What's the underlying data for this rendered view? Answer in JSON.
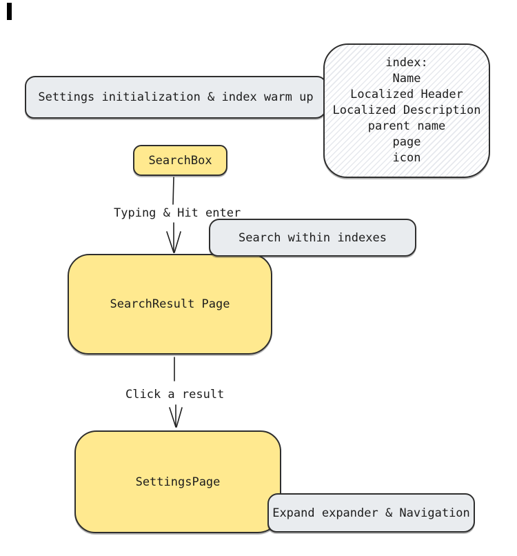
{
  "diagram": {
    "nodes": {
      "settings_init": {
        "label": "Settings initialization & index warm up"
      },
      "index_note": {
        "lines": [
          "index:",
          "Name",
          "Localized Header",
          "Localized Description",
          "parent name",
          "page",
          "icon"
        ]
      },
      "search_box": {
        "label": "SearchBox"
      },
      "search_within_indexes": {
        "label": "Search within indexes"
      },
      "search_result_page": {
        "label": "SearchResult Page"
      },
      "settings_page": {
        "label": "SettingsPage"
      },
      "expand_navigation": {
        "label": "Expand expander & Navigation"
      }
    },
    "edge_labels": {
      "typing": "Typing & Hit enter",
      "click": "Click a result"
    },
    "colors": {
      "yellow_fill": "#ffe98f",
      "gray_fill": "#e9ecef",
      "stroke": "#2e2e2e",
      "text": "#1c1c1c",
      "hatch_line": "#d1d6de"
    }
  }
}
